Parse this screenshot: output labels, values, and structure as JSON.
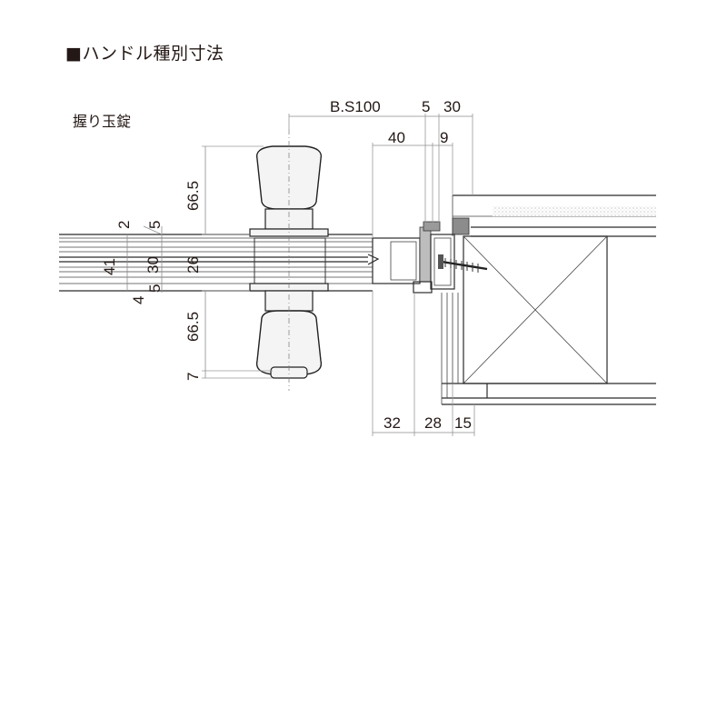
{
  "title": "■ハンドル種別寸法",
  "subtitle": "握り玉錠",
  "top_dims": {
    "backset": "B.S100",
    "d5": "5",
    "d30": "30",
    "d40": "40",
    "d9": "9"
  },
  "left_dims": {
    "d66_5_top": "66.5",
    "d2": "2",
    "d5": "5",
    "d41": "41",
    "d30": "30",
    "d26": "26",
    "d4": "4",
    "d5b": "5",
    "d66_5_bottom": "66.5",
    "d7": "7"
  },
  "bottom_dims": {
    "d32": "32",
    "d28": "28",
    "d15": "15"
  },
  "colors": {
    "line": "#2b2b2b",
    "dimension": "#8c8c8c",
    "text": "#231815",
    "knob_fill": "#f4f4f4"
  }
}
